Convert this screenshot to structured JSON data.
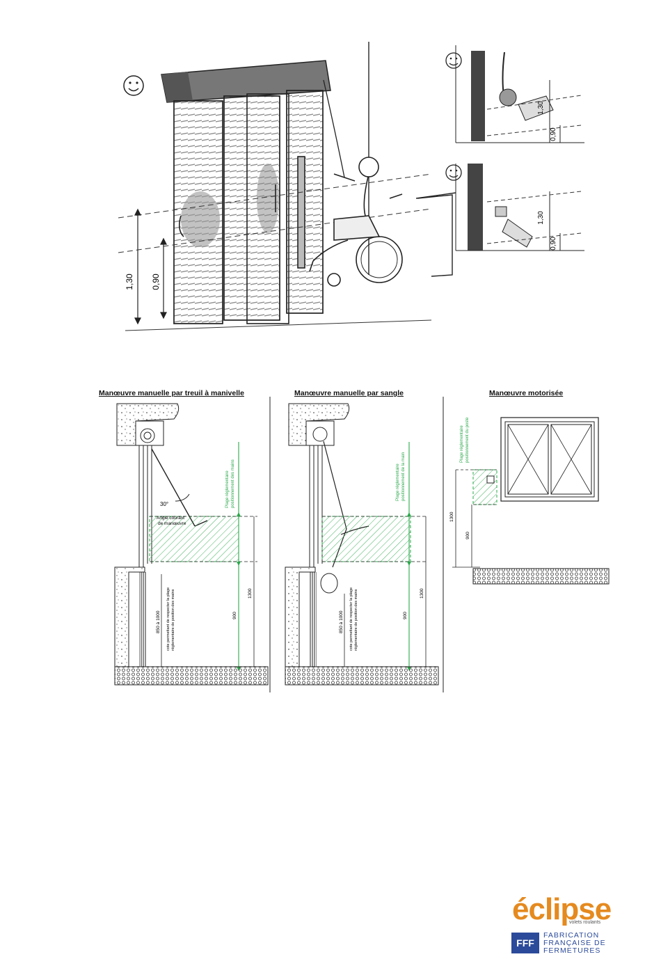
{
  "illustration": {
    "dim_total": "1,30",
    "dim_min": "0,90",
    "inset_dim_total": "1,30",
    "inset_dim_min": "0,90"
  },
  "panels": [
    {
      "title": "Manœuvre manuelle par treuil à manivelle",
      "angle_label": "30°",
      "angle_note_1": "Angle courant",
      "angle_note_2": "de manœuvre",
      "zone_label_1": "Plage réglementaire",
      "zone_label_2": "positionnement des mains",
      "dim_1300": "1300",
      "dim_900": "900",
      "dim_range": "850 à 1000",
      "cote_note_1": "cote permettant de respecter la plage",
      "cote_note_2": "réglementaire de position des mains"
    },
    {
      "title": "Manœuvre manuelle par sangle",
      "zone_label_1": "Plage réglementaire",
      "zone_label_2": "positionnement de la main",
      "dim_1300": "1300",
      "dim_900": "900",
      "dim_range": "850 à 1000",
      "cote_note_1": "cote permettant de respecter la plage",
      "cote_note_2": "réglementaire de position des mains"
    },
    {
      "title": "Manœuvre motorisée",
      "zone_label_1": "Plage réglementaire",
      "zone_label_2": "positionnement du poste",
      "dim_1300": "1300",
      "dim_900": "900"
    }
  ],
  "logos": {
    "brand": "éclipse",
    "brand_sub": "volets roulants",
    "fff_badge": "FFF",
    "fff_line1": "FABRICATION",
    "fff_line2": "FRANÇAISE DE",
    "fff_line3": "FERMETURES"
  },
  "colors": {
    "green": "#2aa84a",
    "brand_orange": "#e58a1f",
    "brand_blue": "#2b4a9a"
  }
}
